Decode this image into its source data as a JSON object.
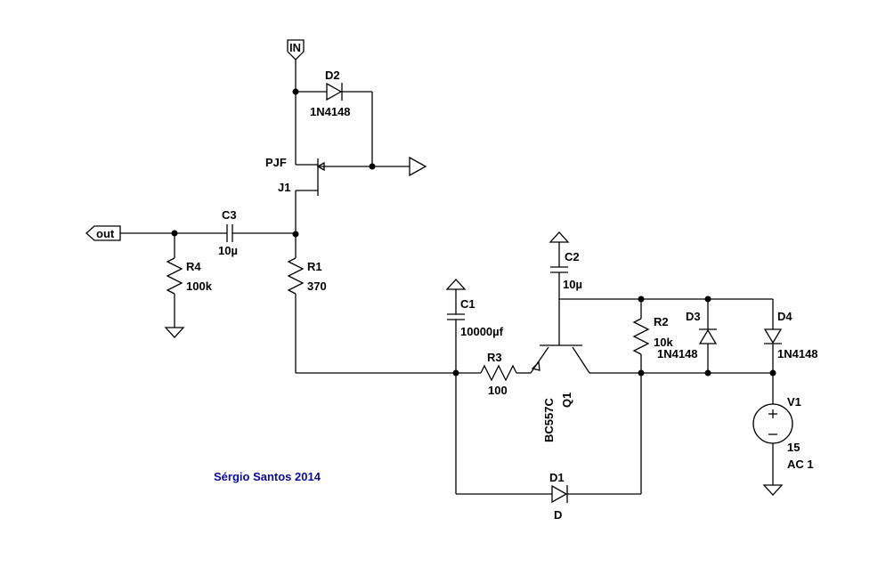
{
  "credit": "Sérgio Santos 2014",
  "ports": {
    "in": "IN",
    "out": "out"
  },
  "components": {
    "D2": {
      "name": "D2",
      "value": "1N4148"
    },
    "J1": {
      "name": "J1",
      "value": "PJF"
    },
    "C3": {
      "name": "C3",
      "value": "10µ"
    },
    "R4": {
      "name": "R4",
      "value": "100k"
    },
    "R1": {
      "name": "R1",
      "value": "370"
    },
    "C1": {
      "name": "C1",
      "value": "10000µf"
    },
    "R3": {
      "name": "R3",
      "value": "100"
    },
    "Q1": {
      "name": "Q1",
      "value": "BC557C"
    },
    "C2": {
      "name": "C2",
      "value": "10µ"
    },
    "R2": {
      "name": "R2",
      "value": "10k"
    },
    "D3": {
      "name": "D3",
      "value": "1N4148"
    },
    "D4": {
      "name": "D4",
      "value": "1N4148"
    },
    "V1": {
      "name": "V1",
      "value": "15",
      "ac": "AC 1"
    },
    "D1": {
      "name": "D1",
      "value": "D"
    }
  }
}
